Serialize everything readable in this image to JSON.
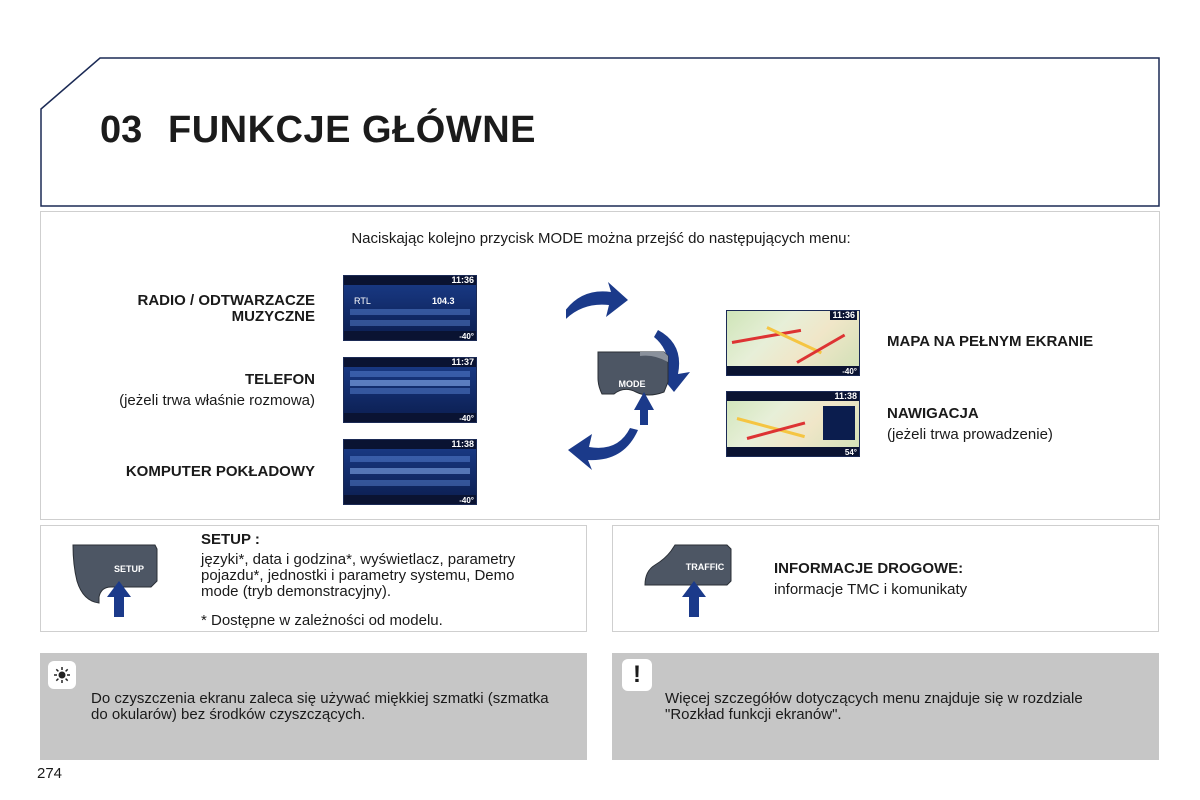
{
  "chapter": {
    "number": "03",
    "title": "FUNKCJE GŁÓWNE"
  },
  "intro": "Naciskając kolejno przycisk MODE można przejść do następujących menu:",
  "menus_left": [
    {
      "title": "RADIO / ODTWARZACZE MUZYCZNE",
      "subtitle": ""
    },
    {
      "title": "TELEFON",
      "subtitle": "(jeżeli trwa właśnie rozmowa)"
    },
    {
      "title": "KOMPUTER POKŁADOWY",
      "subtitle": ""
    }
  ],
  "menus_right": [
    {
      "title": "MAPA NA PEŁNYM EKRANIE",
      "subtitle": ""
    },
    {
      "title": "NAWIGACJA",
      "subtitle": "(jeżeli trwa prowadzenie)"
    }
  ],
  "screens": {
    "radio": {
      "clock": "11:36",
      "temp": "-40°",
      "station": "RTL",
      "freq": "104.3"
    },
    "phone": {
      "clock": "11:37",
      "temp": "-40°"
    },
    "trip": {
      "clock": "11:38",
      "temp": "-40°"
    },
    "map": {
      "clock": "11:36",
      "temp": "-40°"
    },
    "nav": {
      "clock": "11:38",
      "temp": "54°"
    }
  },
  "mode_button": {
    "label": "MODE"
  },
  "setup": {
    "button_label": "SETUP",
    "title": "SETUP :",
    "description": "języki*, data i godzina*, wyświetlacz, parametry pojazdu*, jednostki i parametry systemu, Demo mode (tryb demonstracyjny).",
    "note": "* Dostępne w zależności od modelu."
  },
  "traffic": {
    "button_label": "TRAFFIC",
    "title": "INFORMACJE DROGOWE:",
    "description": "informacje TMC i komunikaty"
  },
  "tips": [
    {
      "icon": "sun-icon",
      "text": "Do czyszczenia ekranu zaleca się używać miękkiej szmatki (szmatka do okularów) bez środków czyszczących."
    },
    {
      "icon": "exclamation-icon",
      "text": "Więcej szczegółów dotyczących menu znajduje się w rozdziale \"Rozkład funkcji ekranów\"."
    }
  ],
  "page_number": "274",
  "colors": {
    "frame": "#1b2a55",
    "arrow": "#1b3a8a",
    "note_bg": "#c6c6c6"
  }
}
